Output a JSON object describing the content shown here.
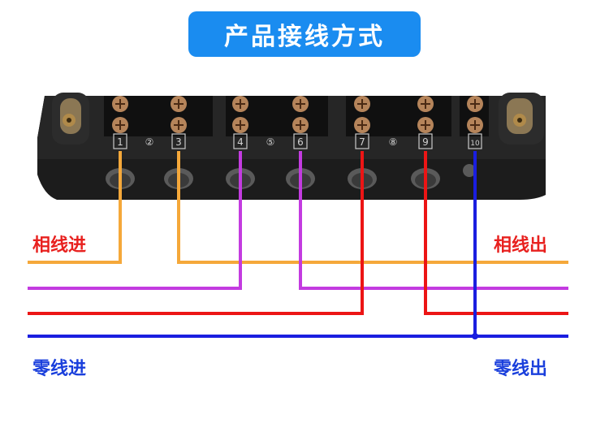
{
  "title": "产品接线方式",
  "labels": {
    "phase_in": "相线进",
    "phase_out": "相线出",
    "neutral_in": "零线进",
    "neutral_out": "零线出"
  },
  "terminals": [
    "1",
    "②",
    "3",
    "4",
    "⑤",
    "6",
    "7",
    "⑧",
    "9",
    "10"
  ],
  "colors": {
    "title_bg": "#1a8cf0",
    "orange": "#f5a83a",
    "purple": "#c33be0",
    "red": "#ec1515",
    "blue": "#1a1ee0",
    "label_red": "#e8211f",
    "label_blue": "#1a3fdc",
    "block": "#1c1c1c"
  }
}
